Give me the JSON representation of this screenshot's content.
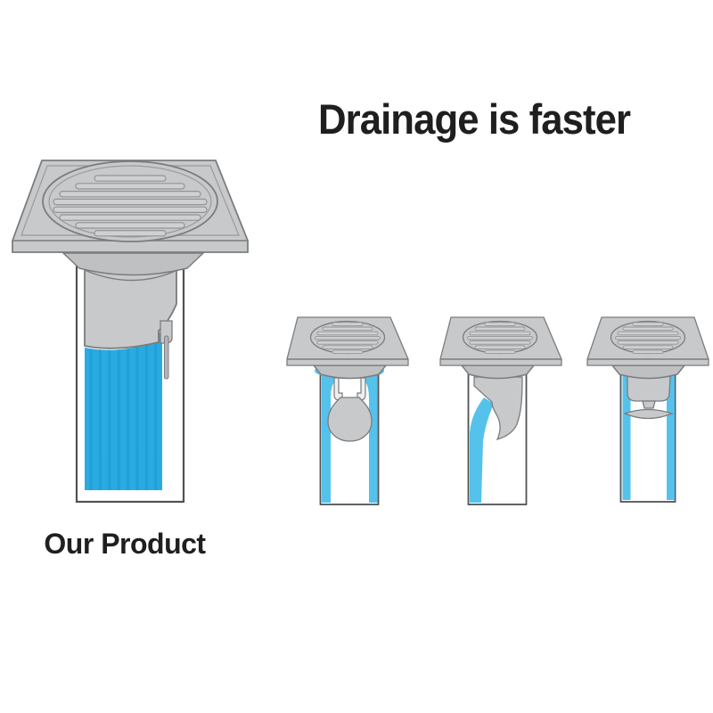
{
  "title": "Drainage is faster",
  "product_label": "Our Product",
  "figures": {
    "our_product_drain": "large-floor-drain-full-flow",
    "comparison_drains": [
      "ball-seal-floor-drain",
      "flap-seal-floor-drain",
      "cone-seal-floor-drain"
    ]
  },
  "colors": {
    "background": "#ffffff",
    "text": "#1f1f1f",
    "metal_light": "#c8c9cb",
    "metal_mid": "#bfc0c2",
    "slat_fill": "#cfd0d2",
    "slat_stroke": "#939497",
    "outline_dark": "#515254",
    "outline_mid": "#7b7c7e",
    "rim_line": "#9a9b9d",
    "water_blue": "#29abe2",
    "water_light": "#55c2ec",
    "water_stripe": "#1b97ce",
    "rod_fill": "#b5b6b8",
    "hook_fill": "#eeeeef",
    "pipe_white": "#ffffff"
  }
}
